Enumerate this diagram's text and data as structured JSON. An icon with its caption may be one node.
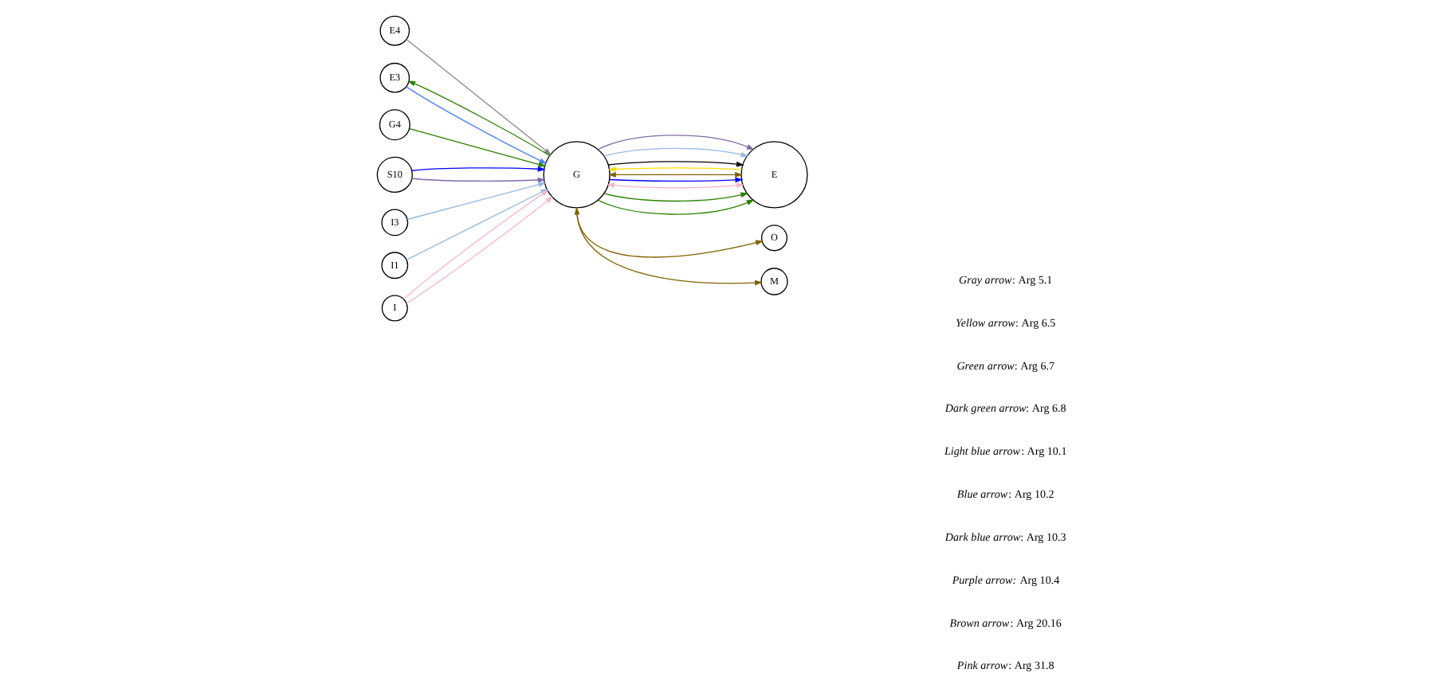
{
  "diagram": {
    "nodes": [
      {
        "text": [
          "E4"
        ]
      },
      {
        "text": [
          "E3"
        ]
      },
      {
        "text": [
          "E"
        ]
      },
      {
        "text": [
          "G4"
        ]
      },
      {
        "text": [
          "G"
        ]
      },
      {
        "text": [
          "O"
        ]
      },
      {
        "text": [
          "S10"
        ]
      },
      {
        "text": [
          "M"
        ]
      },
      {
        "text": [
          "I3"
        ]
      },
      {
        "text": [
          "I1"
        ]
      },
      {
        "text": [
          "I"
        ]
      }
    ],
    "edges": [
      {
        "from": 0,
        "to": 4,
        "arrow": "to",
        "color": "#888888"
      },
      {
        "from": 1,
        "to": 4,
        "arrow": "to",
        "color": "#4d7fff"
      },
      {
        "from": 4,
        "to": 1,
        "arrow": "to",
        "color": "#2a8000"
      },
      {
        "from": 3,
        "to": 4,
        "arrow": "to",
        "color": "#2a8000"
      },
      {
        "from": 4,
        "to": 2,
        "arrow": "to",
        "color": "#2a8000"
      },
      {
        "from": 4,
        "to": 2,
        "arrow": "to",
        "color": "#2a8000"
      },
      {
        "from": 4,
        "to": 2,
        "arrow": "both",
        "color": "#f4b6c8"
      },
      {
        "from": 2,
        "to": 4,
        "arrow": "to",
        "color": "#ffdd00"
      },
      {
        "from": 4,
        "to": 2,
        "arrow": "both",
        "color": "#7f6200"
      },
      {
        "from": 4,
        "to": 2,
        "arrow": "to",
        "color": "#000000"
      },
      {
        "from": 4,
        "to": 2,
        "arrow": "to",
        "color": "#96b8e6"
      },
      {
        "from": 4,
        "to": 2,
        "arrow": "to",
        "color": "#7f6aa8"
      },
      {
        "from": 4,
        "to": 2,
        "arrow": "to",
        "color": "#0000ff"
      },
      {
        "from": 4,
        "to": 5,
        "arrow": "both",
        "color": "#7f6200"
      },
      {
        "from": 4,
        "to": 7,
        "arrow": "to",
        "color": "#7f6200"
      },
      {
        "from": 6,
        "to": 4,
        "arrow": "to",
        "color": "#7f6aa8"
      },
      {
        "from": 6,
        "to": 4,
        "arrow": "to",
        "color": "#0000ff"
      },
      {
        "from": 9,
        "to": 4,
        "arrow": "to",
        "color": "#96b8e6"
      },
      {
        "from": 10,
        "to": 4,
        "arrow": "to",
        "color": "#f4b6c8"
      },
      {
        "from": 10,
        "to": 4,
        "arrow": "to",
        "color": "#f4b6c8"
      },
      {
        "from": 8,
        "to": 4,
        "arrow": "to",
        "color": "#96b8e6"
      }
    ],
    "labels": [
      "*Gray arrow*: Arg 5.1",
      "*Yellow arrow*: Arg 6.5",
      "*Green arrow*: Arg 6.7",
      "*Dark green arrow*: Arg 6.8",
      "*Light blue arrow*: Arg 10.1",
      "*Blue arrow*: Arg 10.2",
      "*Dark blue arrow*: Arg 10.3",
      "*Purple arrow:* Arg 10.4",
      "*Brown arrow*: Arg 20.16",
      "*Pink arrow*: Arg 31.8"
    ]
  }
}
